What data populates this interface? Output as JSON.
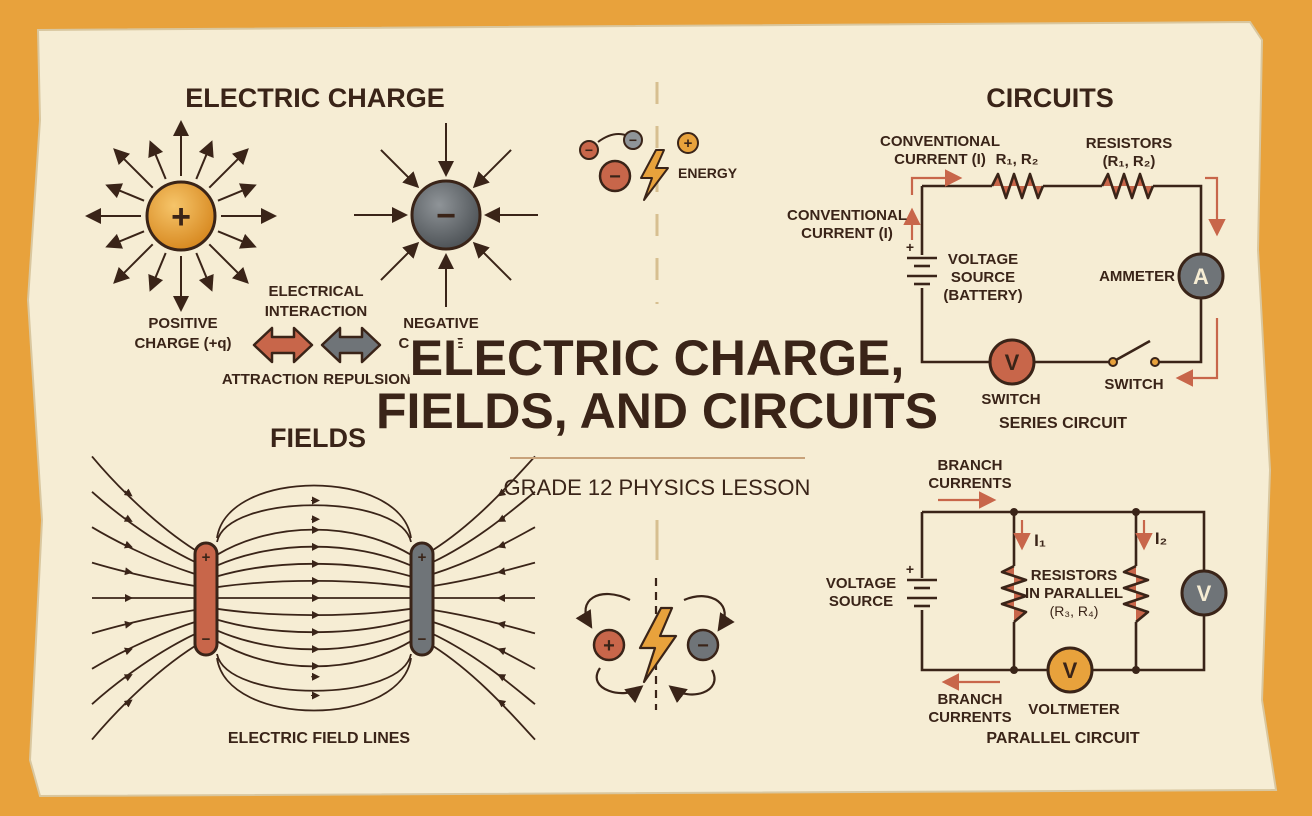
{
  "colors": {
    "border": "#E8A23C",
    "paper": "#F6EDD4",
    "ink": "#3A2418",
    "positive": "#E8A23C",
    "negative": "#6F7478",
    "copper": "#C8664A",
    "accent_arrow": "#C8664A"
  },
  "title": {
    "line1": "ELECTRIC CHARGE,",
    "line2": "FIELDS, AND CIRCUITS",
    "subtitle": "GRADE 12 PHYSICS LESSON"
  },
  "charge": {
    "heading": "ELECTRIC CHARGE",
    "positive_symbol": "+",
    "negative_symbol": "−",
    "positive_label1": "POSITIVE",
    "positive_label2": "CHARGE (+q)",
    "negative_label1": "NEGATIVE",
    "negative_label2": "CHARGE",
    "interaction1": "ELECTRICAL",
    "interaction2": "INTERACTION",
    "attraction": "ATTRACTION",
    "repulsion": "REPULSION",
    "energy": "ENERGY"
  },
  "fields": {
    "heading": "FIELDS",
    "caption": "ELECTRIC FIELD LINES",
    "plus": "+",
    "minus": "−"
  },
  "circuits": {
    "heading": "CIRCUITS",
    "series": {
      "conv_current_top1": "CONVENTIONAL",
      "conv_current_top2": "CURRENT (I)",
      "r_label": "R₁, R₂",
      "resistors1": "RESISTORS",
      "resistors2": "(R₁, R₂)",
      "conv_current_left1": "CONVENTIONAL",
      "conv_current_left2": "CURRENT (I)",
      "voltage1": "VOLTAGE",
      "voltage2": "SOURCE",
      "voltage3": "(BATTERY)",
      "ammeter": "AMMETER",
      "ammeter_symbol": "A",
      "voltmeter_symbol": "V",
      "switch_left": "SWITCH",
      "switch_right": "SWITCH",
      "caption": "SERIES CIRCUIT",
      "plus": "+"
    },
    "parallel": {
      "branch_top1": "BRANCH",
      "branch_top2": "CURRENTS",
      "i1": "I₁",
      "i2": "I₂",
      "voltage1": "VOLTAGE",
      "voltage2": "SOURCE",
      "resistors1": "RESISTORS",
      "resistors2": "IN PARALLEL",
      "resistors3": "(R₃, R₄)",
      "branch_bottom1": "BRANCH",
      "branch_bottom2": "CURRENTS",
      "voltmeter": "VOLTMETER",
      "caption": "PARALLEL CIRCUIT",
      "voltmeter_symbol": "V",
      "plus": "+"
    }
  }
}
